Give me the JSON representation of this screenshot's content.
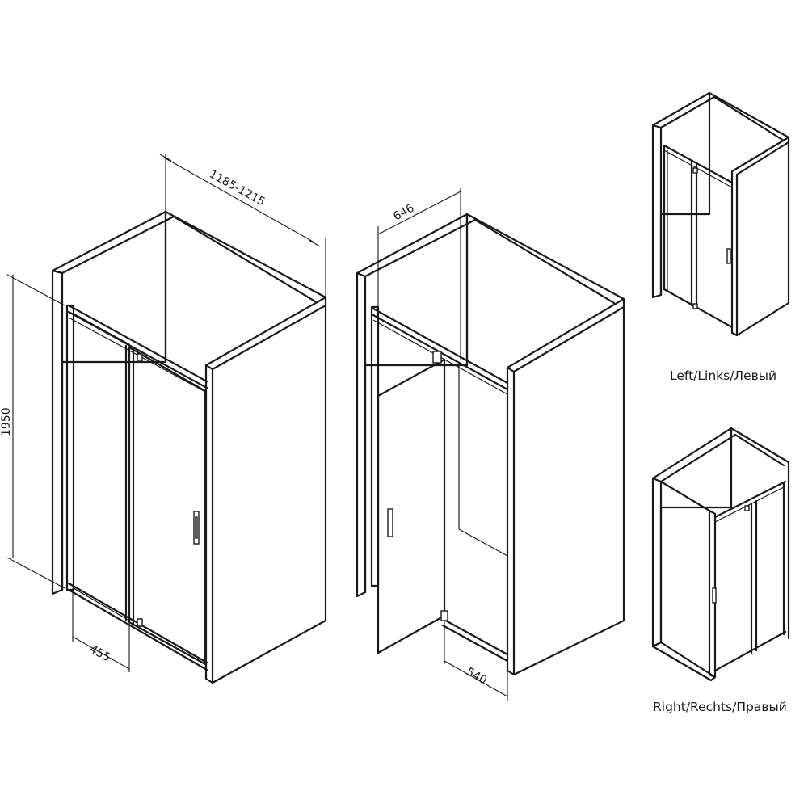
{
  "dimensions": {
    "width": "1185-1215",
    "height": "1950",
    "closed_panel_width": "455",
    "open_depth": "646",
    "door_opening": "540"
  },
  "variants": {
    "left_label": "Left/Links/Левый",
    "right_label": "Right/Rechts/Правый"
  }
}
